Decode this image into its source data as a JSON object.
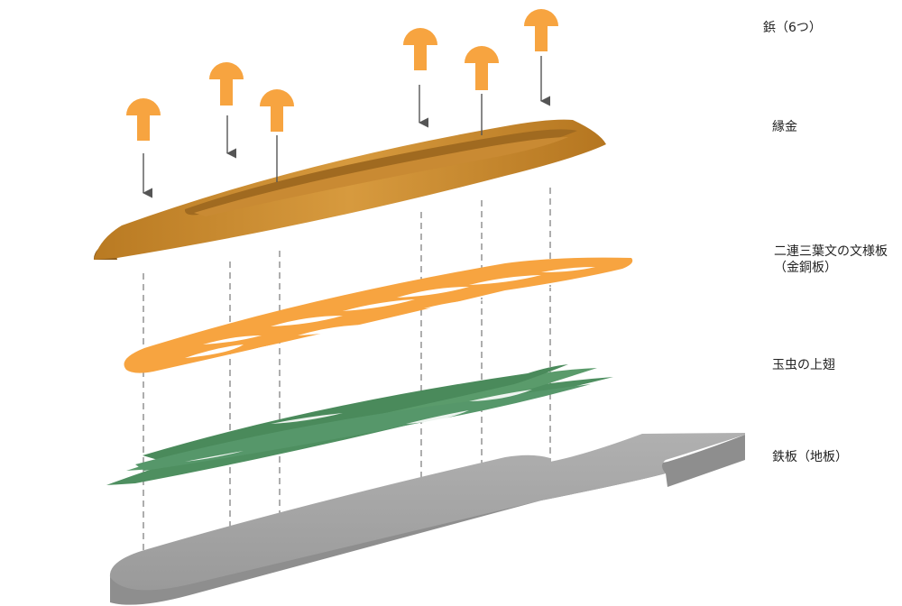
{
  "labels": {
    "rivets": "鋲（6つ）",
    "rim": "縁金",
    "plate_line1": "二連三葉文の文様板",
    "plate_line2": "（金銅板）",
    "wings": "玉虫の上翅",
    "base": "鉄板（地板）"
  },
  "colors": {
    "rivet": "#f7a440",
    "rim": "#c9892e",
    "rim_dark": "#8a5a1a",
    "plate": "#f7a440",
    "wing": "#4e8f60",
    "base": "#a6a6a6",
    "base_dark": "#8a8a8a",
    "arrow": "#555555"
  }
}
